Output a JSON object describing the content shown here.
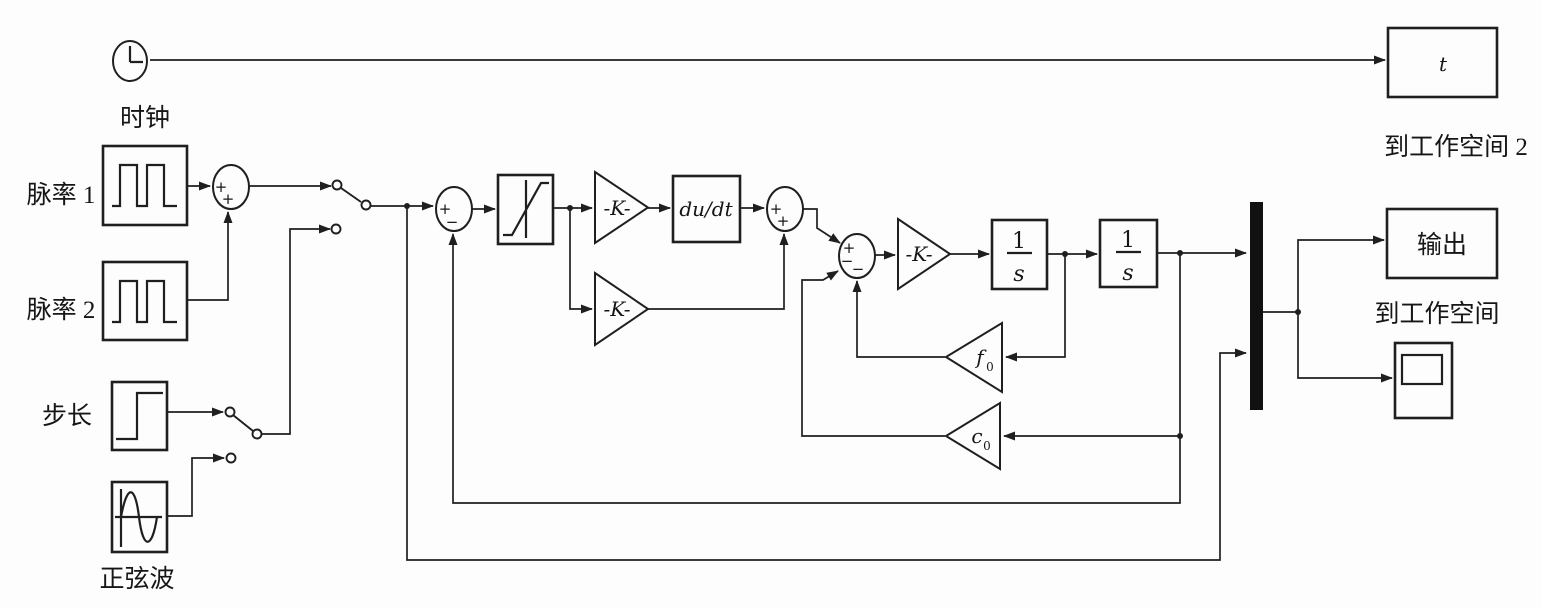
{
  "colors": {
    "background": "#fdfdfd",
    "line": "#1f1f1f"
  },
  "sources": {
    "clock": {
      "caption": "时钟"
    },
    "pulse1": {
      "caption": "脉率 1"
    },
    "pulse2": {
      "caption": "脉率 2"
    },
    "step": {
      "caption": "步长"
    },
    "sine": {
      "caption": "正弦波"
    }
  },
  "sums": {
    "input_sum": {
      "signs": [
        "+",
        "+"
      ]
    },
    "error_sum": {
      "signs": [
        "+",
        "−"
      ]
    },
    "deriv_sum": {
      "signs": [
        "+",
        "+"
      ]
    },
    "state_sum": {
      "signs": [
        "+",
        "−",
        "−"
      ]
    }
  },
  "blocks": {
    "gain_upper": {
      "label": "-K-"
    },
    "gain_lower": {
      "label": "-K-"
    },
    "gain_forward": {
      "label": "-K-"
    },
    "derivative": {
      "label": "du/dt"
    },
    "integrator1": {
      "numerator": "1",
      "denominator": "s"
    },
    "integrator2": {
      "numerator": "1",
      "denominator": "s"
    },
    "feedback_f0": {
      "letter": "f",
      "subscript": "0"
    },
    "feedback_c0": {
      "letter": "c",
      "subscript": "0"
    }
  },
  "sinks": {
    "time_workspace": {
      "block_label": "t",
      "caption": "到工作空间 2"
    },
    "output_workspace": {
      "block_label": "输出",
      "caption": "到工作空间"
    }
  }
}
